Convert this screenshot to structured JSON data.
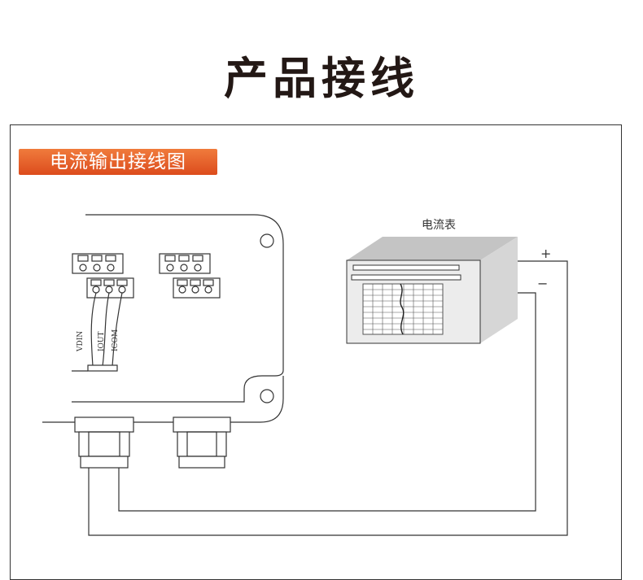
{
  "header": {
    "title": "产品接线"
  },
  "section": {
    "label": "电流输出接线图"
  },
  "meter": {
    "label": "电流表"
  },
  "polarity": {
    "plus": "+",
    "minus": "−"
  },
  "terminals": {
    "vdin": "VDIN",
    "iout": "IOUT",
    "icom": "ICOM"
  },
  "colors": {
    "accent": "#e05a24",
    "line": "#333333",
    "meter_side": "#d0d0d0",
    "meter_top": "#bfbfbf"
  }
}
